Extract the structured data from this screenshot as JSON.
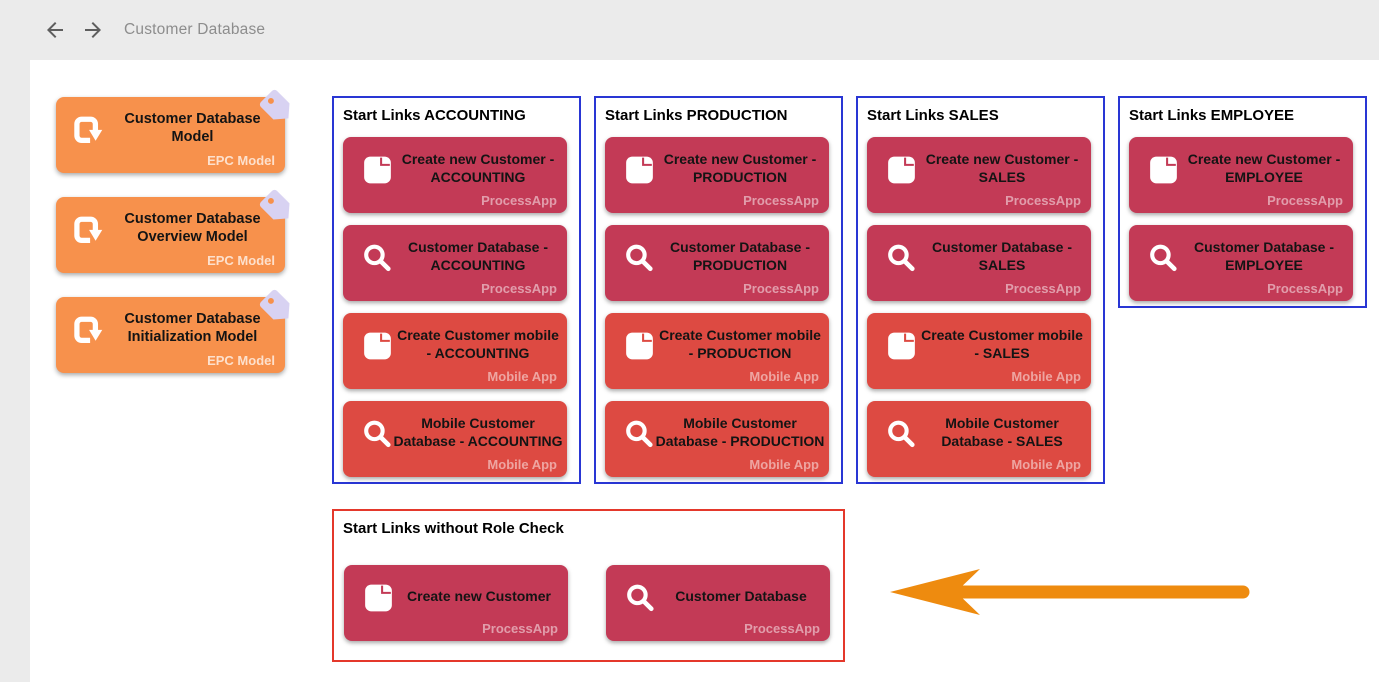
{
  "header": {
    "title": "Customer Database",
    "back_icon": "arrow-back-icon",
    "forward_icon": "arrow-forward-icon"
  },
  "colors": {
    "background_gray": "#ebebeb",
    "content_white": "#ffffff",
    "model_card_orange": "#f7914c",
    "processapp_card_crimson": "#c33a56",
    "mobileapp_card_red": "#dd4a42",
    "group_border_blue": "#2936d4",
    "group_border_red": "#e4382b",
    "annotation_arrow_orange": "#ee8b0f",
    "tag_lavender": "#d8d2f2",
    "title_text_black": "#141414",
    "topbar_title_gray": "#8d8d8d"
  },
  "model_cards": [
    {
      "title": "Customer Database Model",
      "type_label": "EPC Model",
      "icon": "epc-model-icon",
      "tag": "tag-icon"
    },
    {
      "title": "Customer Database Overview Model",
      "type_label": "EPC Model",
      "icon": "epc-model-icon",
      "tag": "tag-icon"
    },
    {
      "title": "Customer Database Initialization Model",
      "type_label": "EPC Model",
      "icon": "epc-model-icon",
      "tag": "tag-icon"
    }
  ],
  "groups": [
    {
      "title": "Start Links ACCOUNTING",
      "items": [
        {
          "title": "Create new Customer - ACCOUNTING",
          "type_label": "ProcessApp",
          "icon": "document-icon"
        },
        {
          "title": "Customer Database - ACCOUNTING",
          "type_label": "ProcessApp",
          "icon": "search-icon"
        },
        {
          "title": "Create Customer mobile - ACCOUNTING",
          "type_label": "Mobile App",
          "icon": "document-icon"
        },
        {
          "title": "Mobile Customer Database - ACCOUNTING",
          "type_label": "Mobile App",
          "icon": "search-icon"
        }
      ]
    },
    {
      "title": "Start Links PRODUCTION",
      "items": [
        {
          "title": "Create new Customer - PRODUCTION",
          "type_label": "ProcessApp",
          "icon": "document-icon"
        },
        {
          "title": "Customer Database - PRODUCTION",
          "type_label": "ProcessApp",
          "icon": "search-icon"
        },
        {
          "title": "Create Customer mobile - PRODUCTION",
          "type_label": "Mobile App",
          "icon": "document-icon"
        },
        {
          "title": "Mobile Customer Database - PRODUCTION",
          "type_label": "Mobile App",
          "icon": "search-icon"
        }
      ]
    },
    {
      "title": "Start Links SALES",
      "items": [
        {
          "title": "Create new Customer - SALES",
          "type_label": "ProcessApp",
          "icon": "document-icon"
        },
        {
          "title": "Customer Database - SALES",
          "type_label": "ProcessApp",
          "icon": "search-icon"
        },
        {
          "title": "Create Customer mobile - SALES",
          "type_label": "Mobile App",
          "icon": "document-icon"
        },
        {
          "title": "Mobile Customer Database - SALES",
          "type_label": "Mobile App",
          "icon": "search-icon"
        }
      ]
    },
    {
      "title": "Start Links EMPLOYEE",
      "items": [
        {
          "title": "Create new Customer - EMPLOYEE",
          "type_label": "ProcessApp",
          "icon": "document-icon"
        },
        {
          "title": "Customer Database - EMPLOYEE",
          "type_label": "ProcessApp",
          "icon": "search-icon"
        }
      ]
    }
  ],
  "role_free_group": {
    "title": "Start Links without Role Check",
    "items": [
      {
        "title": "Create new Customer",
        "type_label": "ProcessApp",
        "icon": "document-icon"
      },
      {
        "title": "Customer Database",
        "type_label": "ProcessApp",
        "icon": "search-icon"
      }
    ]
  },
  "annotation": {
    "icon": "orange-left-arrow-icon"
  }
}
